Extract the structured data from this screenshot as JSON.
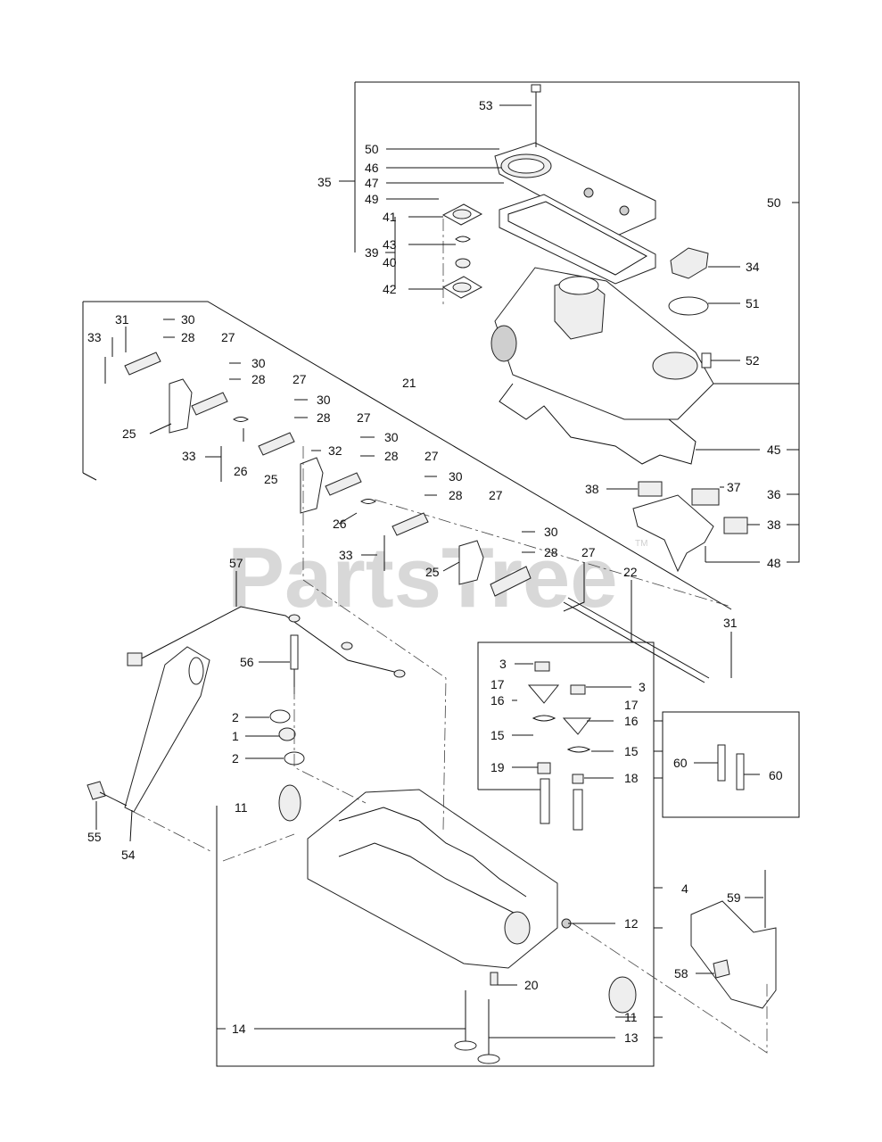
{
  "watermark": {
    "text": "PartsTree",
    "trademark": "TM"
  },
  "callouts": {
    "n1": "1",
    "n2": "2",
    "n3": "3",
    "n4": "4",
    "n11": "11",
    "n12": "12",
    "n13": "13",
    "n14": "14",
    "n15": "15",
    "n16": "16",
    "n17": "17",
    "n18": "18",
    "n19": "19",
    "n20": "20",
    "n21": "21",
    "n22": "22",
    "n25": "25",
    "n26": "26",
    "n27": "27",
    "n28": "28",
    "n30": "30",
    "n31": "31",
    "n32": "32",
    "n33": "33",
    "n34": "34",
    "n35": "35",
    "n36": "36",
    "n37": "37",
    "n38": "38",
    "n39": "39",
    "n40": "40",
    "n41": "41",
    "n42": "42",
    "n43": "43",
    "n45": "45",
    "n46": "46",
    "n47": "47",
    "n48": "48",
    "n49": "49",
    "n50": "50",
    "n51": "51",
    "n52": "52",
    "n53": "53",
    "n54": "54",
    "n55": "55",
    "n56": "56",
    "n57": "57",
    "n58": "58",
    "n59": "59",
    "n60": "60"
  }
}
